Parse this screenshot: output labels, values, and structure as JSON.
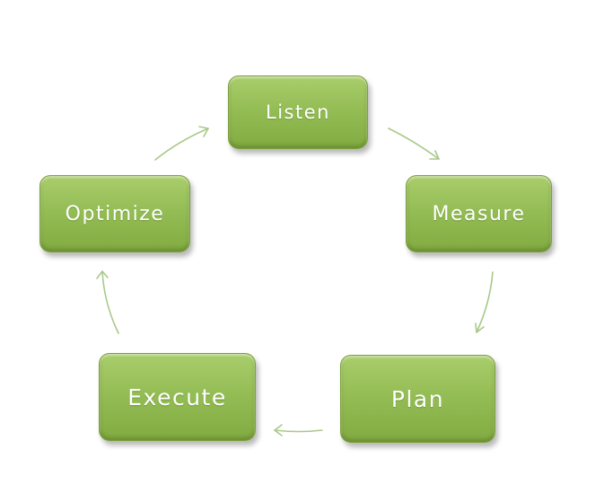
{
  "diagram": {
    "type": "cycle",
    "accent_color": "#95bd55",
    "arrow_color": "#a9c98a",
    "nodes": [
      {
        "id": "listen",
        "label": "Listen"
      },
      {
        "id": "measure",
        "label": "Measure"
      },
      {
        "id": "plan",
        "label": "Plan"
      },
      {
        "id": "execute",
        "label": "Execute"
      },
      {
        "id": "optimize",
        "label": "Optimize"
      }
    ],
    "edges": [
      {
        "from": "listen",
        "to": "measure"
      },
      {
        "from": "measure",
        "to": "plan"
      },
      {
        "from": "plan",
        "to": "execute"
      },
      {
        "from": "execute",
        "to": "optimize"
      },
      {
        "from": "optimize",
        "to": "listen"
      }
    ]
  }
}
